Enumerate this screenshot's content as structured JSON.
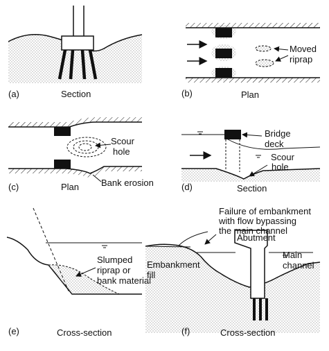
{
  "panels": {
    "a": {
      "letter": "(a)",
      "caption": "Section"
    },
    "b": {
      "letter": "(b)",
      "caption": "Plan",
      "label_line1": "Moved",
      "label_line2": "riprap"
    },
    "c": {
      "letter": "(c)",
      "caption": "Plan",
      "label_line1": "Scour",
      "label_line2": "hole",
      "label_bank": "Bank erosion"
    },
    "d": {
      "letter": "(d)",
      "caption": "Section",
      "label_deck1": "Bridge",
      "label_deck2": "deck",
      "label_scour1": "Scour",
      "label_scour2": "hole"
    },
    "e": {
      "letter": "(e)",
      "caption": "Cross-section",
      "label_line1": "Slumped",
      "label_line2": "riprap or",
      "label_line3": "bank material"
    },
    "f": {
      "letter": "(f)",
      "caption": "Cross-section",
      "failure_line1": "Failure of embankment",
      "failure_line2": "with flow bypassing",
      "failure_line3": "the main channel",
      "abutment": "Abutment",
      "main_line1": "Main",
      "main_line2": "channel",
      "emb_line1": "Embankment",
      "emb_line2": "fill"
    }
  },
  "colors": {
    "ink": "#111111",
    "stipple": "#9a9a9a",
    "background": "#ffffff"
  }
}
